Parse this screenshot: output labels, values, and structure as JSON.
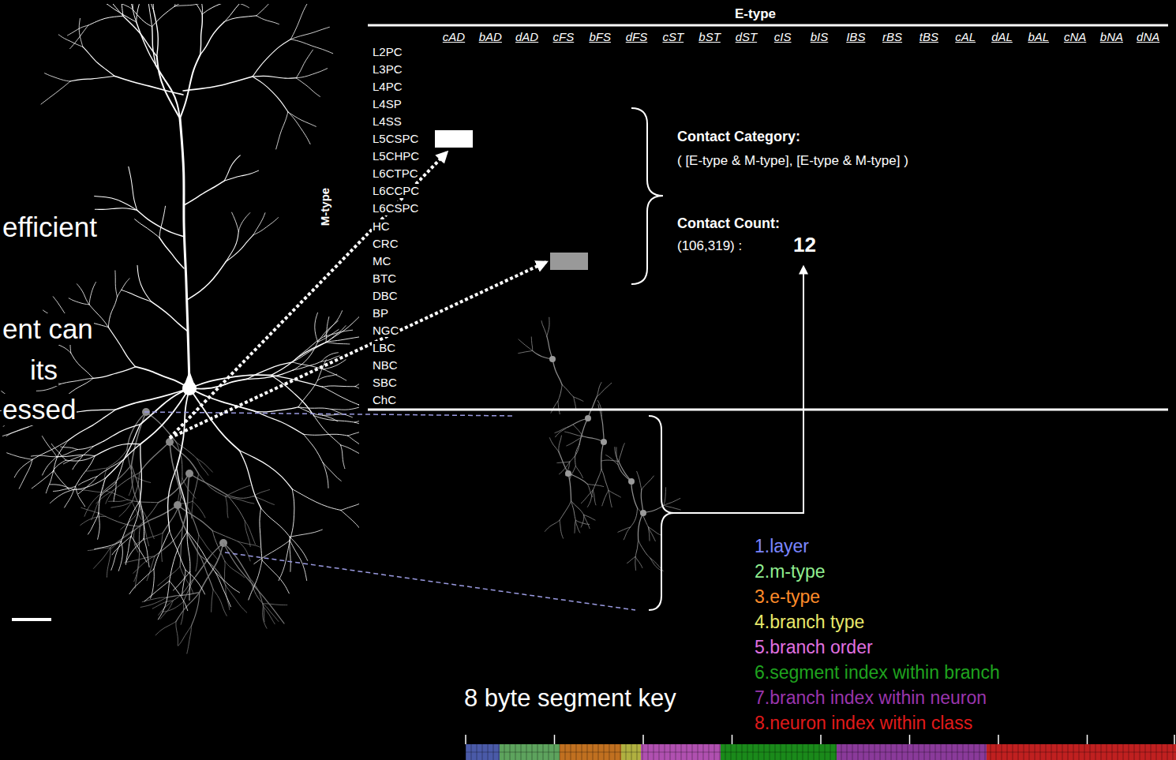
{
  "diagram": {
    "labels": [
      "efficient",
      "ent can",
      "its",
      "essed",
      "E-type",
      "cAD",
      "bAD",
      "dAD",
      "cFS",
      "bFS",
      "dFS",
      "cST",
      "bST",
      "dST",
      "cIS",
      "bIS",
      "IBS",
      "rBS",
      "tBS",
      "cAL",
      "dAL",
      "bAL",
      "cNA",
      "bNA",
      "dNA",
      "M-type",
      "L2PC",
      "L3PC",
      "L4PC",
      "L4SP",
      "L4SS",
      "L5CSPC",
      "L5CHPC",
      "L6CTPC",
      "L6CCPC",
      "L6CSPC",
      "HC",
      "CRC",
      "MC",
      "BTC",
      "DBC",
      "BP",
      "NGC",
      "LBC",
      "NBC",
      "SBC",
      "ChC",
      "Contact Category:",
      "( [E-type & M-type], [E-type & M-type] )",
      "Contact Count:",
      "(106,319) :",
      "12",
      "1.layer",
      "2.m-type",
      "3.e-type",
      "4.branch type",
      "5.branch order",
      "6.segment index within branch",
      "7.branch index within neuron",
      "8.neuron index within class",
      "8 byte segment key"
    ]
  }
}
